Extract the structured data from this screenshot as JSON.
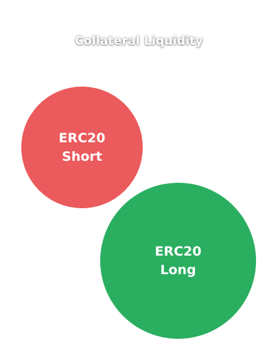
{
  "diagram": {
    "title": "Collateral Liquidity",
    "tokens": [
      {
        "id": "short",
        "line1": "ERC20",
        "line2": "Short",
        "color": "#EB5A5C"
      },
      {
        "id": "long",
        "line1": "ERC20",
        "line2": "Long",
        "color": "#2AAE60"
      }
    ]
  }
}
